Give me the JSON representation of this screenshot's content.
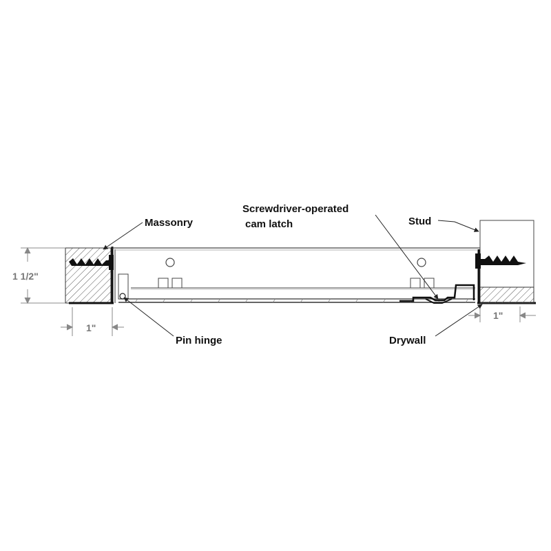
{
  "labels": {
    "massonry": "Massonry",
    "screwdriver_line1": "Screwdriver-operated",
    "screwdriver_line2": "cam latch",
    "stud": "Stud",
    "pin_hinge": "Pin hinge",
    "drywall": "Drywall"
  },
  "dimensions": {
    "height": "1 1/2\"",
    "left_width": "1\"",
    "right_width": "1\""
  },
  "colors": {
    "line": "#222222",
    "hatch": "#555555",
    "dimension": "#888888",
    "text": "#111111"
  }
}
